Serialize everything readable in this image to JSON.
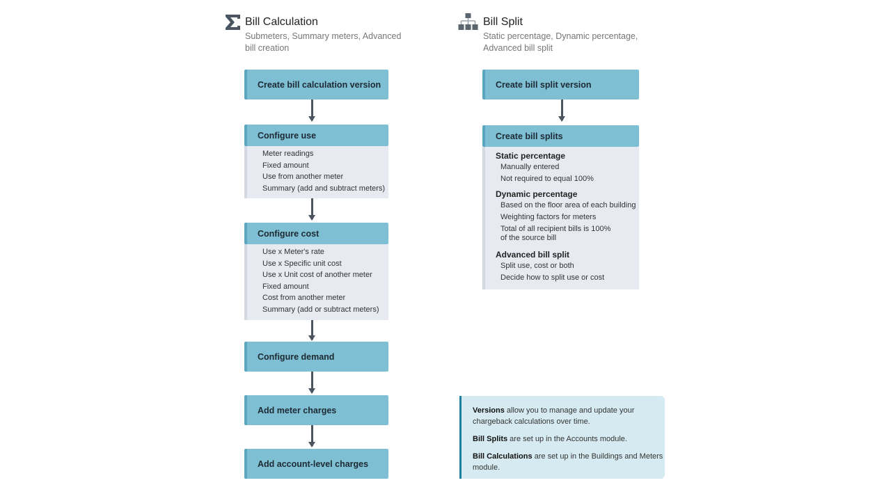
{
  "bill_calculation": {
    "icon": "sigma-icon",
    "title": "Bill Calculation",
    "subtitle": "Submeters, Summary meters, Advanced bill creation",
    "steps": [
      {
        "label": "Create bill calculation version"
      },
      {
        "label": "Configure use",
        "items": [
          "Meter readings",
          "Fixed amount",
          "Use from another meter",
          "Summary (add and subtract meters)"
        ]
      },
      {
        "label": "Configure cost",
        "items": [
          "Use x Meter's rate",
          "Use x Specific unit cost",
          "Use x Unit cost of another meter",
          "Fixed amount",
          "Cost from another meter",
          "Summary (add or subtract meters)"
        ]
      },
      {
        "label": "Configure demand"
      },
      {
        "label": "Add meter charges"
      },
      {
        "label": "Add account-level charges"
      }
    ]
  },
  "bill_split": {
    "icon": "hierarchy-icon",
    "title": "Bill Split",
    "subtitle": "Static percentage, Dynamic percentage, Advanced bill split",
    "steps": [
      {
        "label": "Create bill split version"
      },
      {
        "label": "Create bill splits",
        "groups": [
          {
            "heading": "Static percentage",
            "items": [
              "Manually entered",
              "Not required to equal 100%"
            ]
          },
          {
            "heading": "Dynamic percentage",
            "items": [
              "Based on the floor area of each building",
              "Weighting factors for meters",
              "Total of all recipient bills is 100% of the source bill"
            ]
          },
          {
            "heading": "Advanced bill split",
            "items": [
              "Split use, cost or both",
              "Decide how to split use or cost"
            ]
          }
        ]
      }
    ]
  },
  "note": {
    "p1_bold": "Versions",
    "p1_rest": " allow you to manage and update your chargeback calculations over time.",
    "p2_bold": "Bill Splits",
    "p2_rest": " are set up in the Accounts module.",
    "p3_bold": "Bill Calculations",
    "p3_rest": " are set up in the Buildings and Meters module."
  },
  "colors": {
    "step_header": "#7fbfd4",
    "step_body": "#e7eaf1",
    "note_bg": "#d6eaf1",
    "note_border": "#1f7fa0",
    "arrow": "#4a5560"
  }
}
